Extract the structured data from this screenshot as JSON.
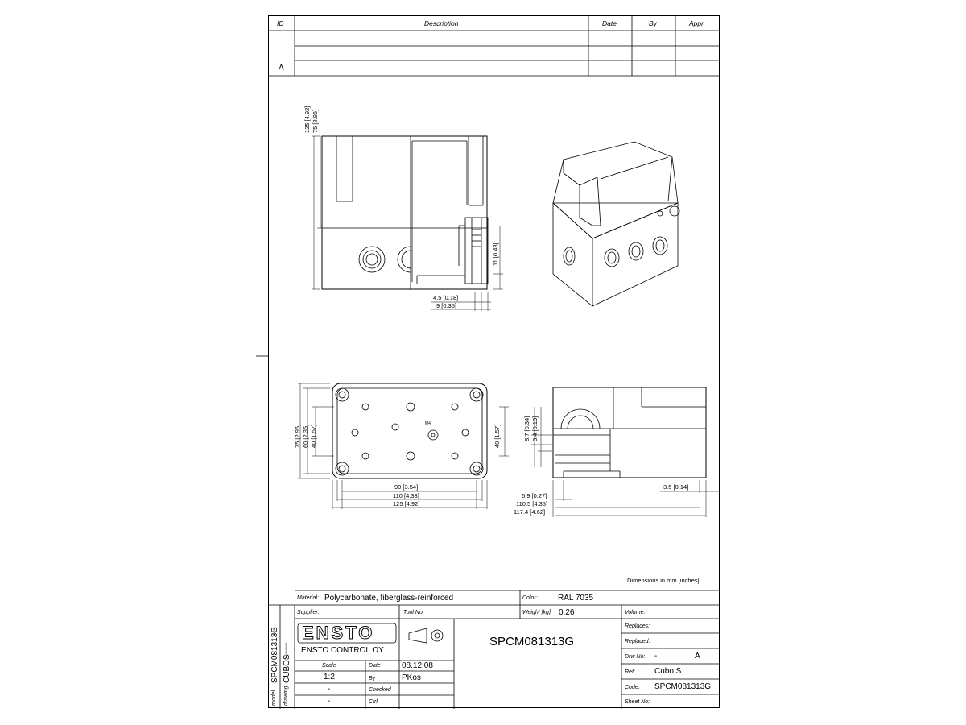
{
  "revision_table": {
    "headers": {
      "id": "ID",
      "description": "Description",
      "date": "Date",
      "by": "By",
      "appr": "Appr."
    },
    "rows": [
      {
        "id": "A"
      }
    ]
  },
  "dimensions": {
    "front": {
      "height_total": "125  [4.92]",
      "height_upper": "75  [2.95]",
      "gland": "11  [0.43]",
      "off_small": "4.5  [0.18]",
      "off_large": "9  [0.35]"
    },
    "bottom": {
      "h75": "75  [2.95]",
      "h60": "60  [2.36]",
      "h40": "40  [1.57]",
      "h40_right": "40  [1.57]",
      "w90": "90  [3.54]",
      "w110": "110  [4.33]",
      "w125": "125  [4.92]",
      "center_mark": "M4"
    },
    "side": {
      "v87": "8.7  [0.34]",
      "v34": "3.4  [0.13]",
      "w69": "6.9  [0.27]",
      "w1105": "110.5  [4.35]",
      "w1174": "117.4  [4.62]",
      "w35": "3.5  [0.14]"
    },
    "units_note": "Dimensions in mm [inches]"
  },
  "title_block": {
    "material_label": "Material:",
    "material": "Polycarbonate, fiberglass-reinforced",
    "color_label": "Color:",
    "color": "RAL 7035",
    "supplier_label": "Supplier:",
    "tool_label": "Tool No:",
    "weight_label": "Weight [kg]:",
    "weight": "0.26",
    "volume_label": "Volume:",
    "replaces_label": "Replaces:",
    "replaced_label": "Replaced:",
    "drw_label": "Drw No:",
    "drw_value": "-",
    "drw_rev": "A",
    "ref_label": "Ref:",
    "ref": "Cubo S",
    "code_label": "Code:",
    "code": "SPCM081313G",
    "sheet_label": "Sheet No:",
    "logo": "ENSTO",
    "company": "ENSTO CONTROL OY",
    "part_number": "SPCM081313G",
    "scale_label": "Scale",
    "scale": "1:2",
    "dash1": "-",
    "dash2": "-",
    "date_label": "Date",
    "date": "08.12.08",
    "by_label": "By",
    "by": "PKos",
    "checked_label": "Checked",
    "ctrl_label": "Ctrl",
    "side_part": "SPCM081313G",
    "side_part_tag": "PART",
    "side_drawing": "CUBOS",
    "side_drawing_tag": "DRAWING",
    "side_model": "model",
    "side_drawing_label": "drawing"
  }
}
